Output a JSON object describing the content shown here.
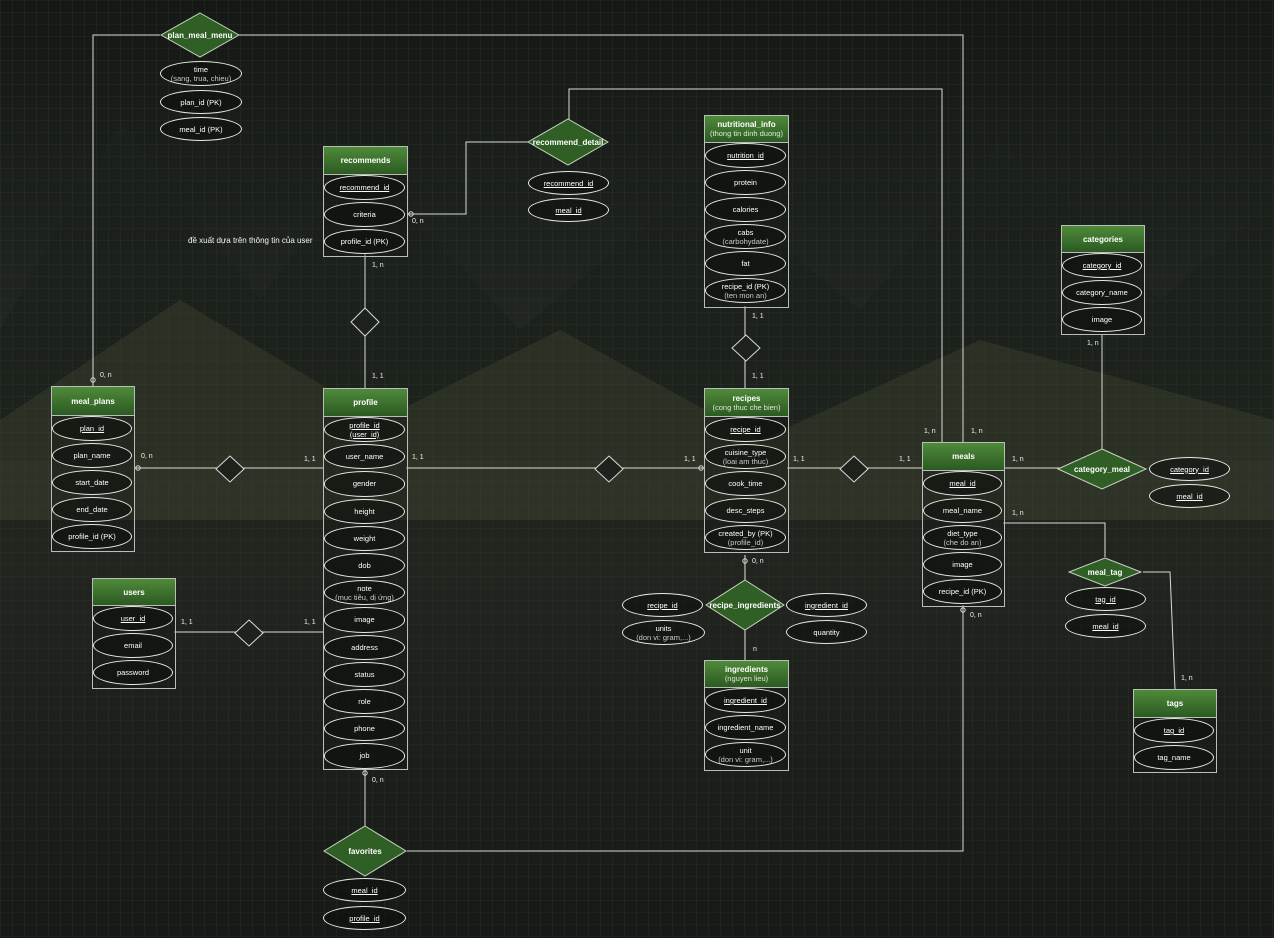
{
  "note": "đề xuất dựa trên thông tin của user",
  "entities": {
    "meal_plans": {
      "title": "meal_plans",
      "attrs": [
        {
          "t": "plan_id",
          "pk": true
        },
        {
          "t": "plan_name"
        },
        {
          "t": "start_date"
        },
        {
          "t": "end_date"
        },
        {
          "t": "profile_id (PK)"
        }
      ]
    },
    "users": {
      "title": "users",
      "attrs": [
        {
          "t": "user_id",
          "pk": true
        },
        {
          "t": "email"
        },
        {
          "t": "password"
        }
      ]
    },
    "recommends": {
      "title": "recommends",
      "attrs": [
        {
          "t": "recommend_id",
          "pk": true
        },
        {
          "t": "criteria"
        },
        {
          "t": "profile_id (PK)"
        }
      ]
    },
    "profile": {
      "title": "profile",
      "attrs": [
        {
          "t": "profile_id",
          "s": "(user_id)",
          "pk": true
        },
        {
          "t": "user_name"
        },
        {
          "t": "gender"
        },
        {
          "t": "height"
        },
        {
          "t": "weight"
        },
        {
          "t": "dob"
        },
        {
          "t": "note",
          "s": "(mục tiêu, dị ứng)"
        },
        {
          "t": "image"
        },
        {
          "t": "address"
        },
        {
          "t": "status"
        },
        {
          "t": "role"
        },
        {
          "t": "phone"
        },
        {
          "t": "job"
        }
      ]
    },
    "nutritional_info": {
      "title": "nutritional_info",
      "sub": "(thong tin dinh duong)",
      "attrs": [
        {
          "t": "nutrition_id",
          "pk": true
        },
        {
          "t": "protein"
        },
        {
          "t": "calories"
        },
        {
          "t": "cabs",
          "s": "(carbohydate)"
        },
        {
          "t": "fat"
        },
        {
          "t": "recipe_id (PK)",
          "s": "(ten mon an)"
        }
      ]
    },
    "recipes": {
      "title": "recipes",
      "sub": "(cong thuc che bien)",
      "attrs": [
        {
          "t": "recipe_id",
          "pk": true
        },
        {
          "t": "cuisine_type",
          "s": "(loai am thuc)"
        },
        {
          "t": "cook_time"
        },
        {
          "t": "desc_steps"
        },
        {
          "t": "created_by (PK)",
          "s": "(profile_id)"
        }
      ]
    },
    "ingredients": {
      "title": "ingredients",
      "sub": "(nguyen lieu)",
      "attrs": [
        {
          "t": "ingredient_id",
          "pk": true
        },
        {
          "t": "ingredient_name"
        },
        {
          "t": "unit",
          "s": "(don vi: gram,...)"
        }
      ]
    },
    "meals": {
      "title": "meals",
      "attrs": [
        {
          "t": "meal_id",
          "pk": true
        },
        {
          "t": "meal_name"
        },
        {
          "t": "diet_type",
          "s": "(che do an)"
        },
        {
          "t": "image"
        },
        {
          "t": "recipe_id (PK)"
        }
      ]
    },
    "categories": {
      "title": "categories",
      "attrs": [
        {
          "t": "category_id",
          "pk": true
        },
        {
          "t": "category_name"
        },
        {
          "t": "image"
        }
      ]
    },
    "tags": {
      "title": "tags",
      "attrs": [
        {
          "t": "tag_id",
          "pk": true
        },
        {
          "t": "tag_name"
        }
      ]
    }
  },
  "relationships": {
    "plan_meal_menu": {
      "label": "plan_meal_menu",
      "attrs": [
        {
          "t": "time",
          "s": "(sang, trua, chieu)"
        },
        {
          "t": "plan_id (PK)"
        },
        {
          "t": "meal_id (PK)"
        }
      ]
    },
    "recommend_detail": {
      "label": "recommend_detail",
      "attrs": [
        {
          "t": "recommend_id",
          "pk": true
        },
        {
          "t": "meal_id",
          "pk": true
        }
      ]
    },
    "recipe_ingredients": {
      "label": "recipe_ingredients",
      "attrs": [
        {
          "t": "recipe_id",
          "pk": true
        },
        {
          "t": "units",
          "s": "(don vi: gram,...)"
        },
        {
          "t": "ingredient_id",
          "pk": true
        },
        {
          "t": "quantity"
        }
      ]
    },
    "category_meal": {
      "label": "category_meal",
      "attrs": [
        {
          "t": "category_id",
          "pk": true
        },
        {
          "t": "meal_id",
          "pk": true
        }
      ]
    },
    "meal_tag": {
      "label": "meal_tag",
      "attrs": [
        {
          "t": "tag_id",
          "pk": true
        },
        {
          "t": "meal_id",
          "pk": true
        }
      ]
    },
    "favorites": {
      "label": "favorites",
      "attrs": [
        {
          "t": "meal_id",
          "pk": true
        },
        {
          "t": "profile_id",
          "pk": true
        }
      ]
    }
  },
  "cardinalities": [
    "0, n",
    "0, n",
    "1, 1",
    "1, 1",
    "1, 1",
    "0, n",
    "1, 1",
    "1, n",
    "1, 1",
    "1, 1",
    "1, 1",
    "1, 1",
    "1, 1",
    "1, 1",
    "0, n",
    "1, n",
    "1, n",
    "1, n",
    "1, n",
    "1, n",
    "1, n",
    "n",
    "0, n",
    "0, n"
  ]
}
